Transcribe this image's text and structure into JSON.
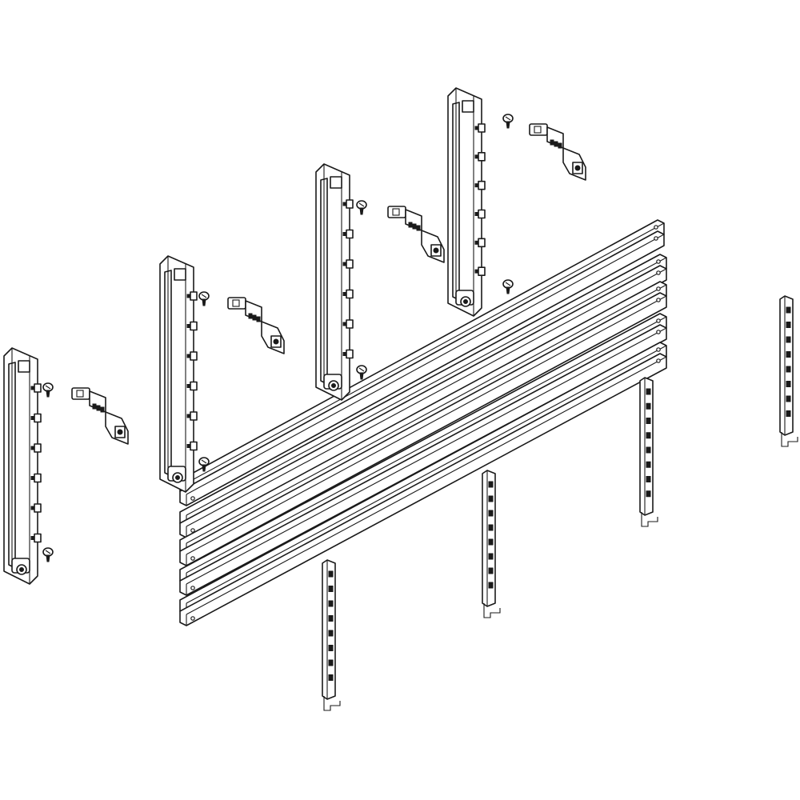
{
  "drawing": {
    "subject": "busbar-system-exploded-view",
    "stroke_color": "#1a1a1a",
    "background_color": "#ffffff",
    "counts": {
      "busbars": 5,
      "vertical_supports": 4,
      "connectors": 4,
      "screws": 8,
      "rear_brackets": 4
    }
  }
}
